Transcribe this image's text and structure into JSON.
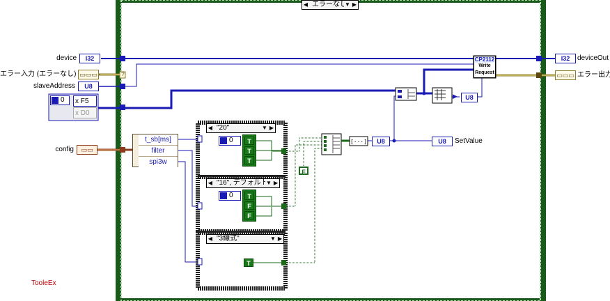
{
  "case_selector": {
    "label": "エラーなし"
  },
  "inputs": {
    "device": {
      "label": "device",
      "type": "I32"
    },
    "error_in": {
      "label": "エラー入力 (エラーなし)"
    },
    "slave_address": {
      "label": "slaveAddress",
      "type": "U8"
    },
    "config": {
      "label": "config"
    },
    "array_index": "0",
    "array_values": [
      "x F5",
      "x D0"
    ]
  },
  "outputs": {
    "device_out": {
      "label": "deviceOut",
      "type": "I32"
    },
    "error_out": {
      "label": "エラー出力"
    },
    "set_value": {
      "label": "SetValue",
      "type": "U8"
    }
  },
  "unbundle": {
    "fields": [
      "t_sb[ms]",
      "filter",
      "spi3w"
    ]
  },
  "cases": [
    {
      "selector": "\"20\"",
      "numeric": "0",
      "bools": [
        "T",
        "T",
        "T"
      ]
    },
    {
      "selector": "\"16\", デフォルト",
      "numeric": "0",
      "bools": [
        "T",
        "F",
        "F"
      ]
    },
    {
      "selector": "\"3線式\"",
      "bools": [
        "T"
      ]
    }
  ],
  "false_const": "F",
  "subvi": {
    "line1": "CP2112",
    "line2": "Write",
    "line3": "Request"
  },
  "u8_labels": [
    "U8",
    "U8"
  ],
  "tool_label": "TooleEx"
}
